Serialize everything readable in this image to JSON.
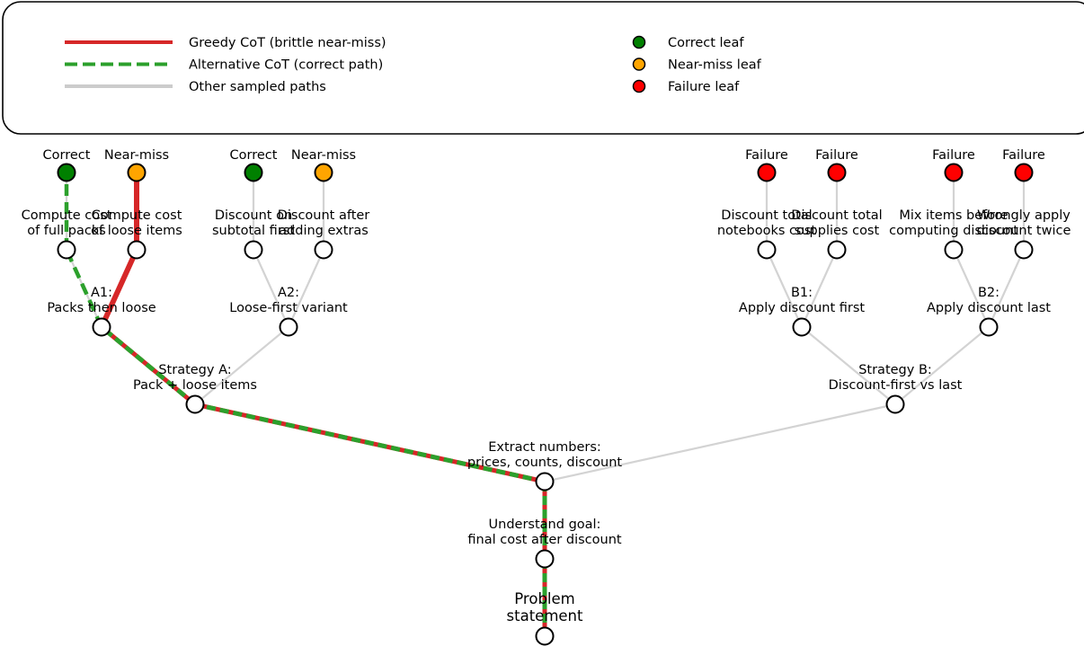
{
  "legend": {
    "lines": [
      {
        "key": "greedy",
        "label": "Greedy CoT (brittle near-miss)",
        "color": "#d62728",
        "style": "solid"
      },
      {
        "key": "alternative",
        "label": "Alternative CoT (correct path)",
        "color": "#2ca02c",
        "style": "dashed"
      },
      {
        "key": "other",
        "label": "Other sampled paths",
        "color": "#cccccc",
        "style": "solid"
      }
    ],
    "markers": [
      {
        "key": "correct",
        "label": "Correct leaf",
        "color": "#008000"
      },
      {
        "key": "near-miss",
        "label": "Near-miss leaf",
        "color": "#ffa500"
      },
      {
        "key": "failure",
        "label": "Failure leaf",
        "color": "#ff0000"
      }
    ]
  },
  "tree": {
    "nodes": [
      {
        "id": "root",
        "label": [
          "Problem",
          "statement"
        ],
        "big": true
      },
      {
        "id": "goal",
        "label": [
          "Understand goal:",
          "final cost after discount"
        ],
        "parent": "root"
      },
      {
        "id": "extract",
        "label": [
          "Extract numbers:",
          "prices, counts, discount"
        ],
        "parent": "goal"
      },
      {
        "id": "sA",
        "label": [
          "Strategy A:",
          "Pack + loose items"
        ],
        "parent": "extract"
      },
      {
        "id": "sB",
        "label": [
          "Strategy B:",
          "Discount-first vs last"
        ],
        "parent": "extract"
      },
      {
        "id": "A1",
        "label": [
          "A1:",
          "Packs then loose"
        ],
        "parent": "sA"
      },
      {
        "id": "A2",
        "label": [
          "A2:",
          "Loose-first variant"
        ],
        "parent": "sA"
      },
      {
        "id": "B1",
        "label": [
          "B1:",
          "Apply discount first"
        ],
        "parent": "sB"
      },
      {
        "id": "B2",
        "label": [
          "B2:",
          "Apply discount last"
        ],
        "parent": "sB"
      },
      {
        "id": "A1a",
        "label": [
          "Compute cost",
          "of full packs"
        ],
        "parent": "A1"
      },
      {
        "id": "A1b",
        "label": [
          "Compute cost",
          "of loose items"
        ],
        "parent": "A1"
      },
      {
        "id": "A2a",
        "label": [
          "Discount on",
          "subtotal first"
        ],
        "parent": "A2"
      },
      {
        "id": "A2b",
        "label": [
          "Discount after",
          "adding extras"
        ],
        "parent": "A2"
      },
      {
        "id": "B1a",
        "label": [
          "Discount total",
          "notebooks cost"
        ],
        "parent": "B1"
      },
      {
        "id": "B1b",
        "label": [
          "Discount total",
          "supplies cost"
        ],
        "parent": "B1"
      },
      {
        "id": "B2a",
        "label": [
          "Mix items before",
          "computing discount"
        ],
        "parent": "B2"
      },
      {
        "id": "B2b",
        "label": [
          "Wrongly apply",
          "discount twice"
        ],
        "parent": "B2"
      },
      {
        "id": "L1",
        "label": [
          "Correct"
        ],
        "parent": "A1a",
        "outcome": "correct"
      },
      {
        "id": "L2",
        "label": [
          "Near-miss"
        ],
        "parent": "A1b",
        "outcome": "near-miss"
      },
      {
        "id": "L3",
        "label": [
          "Correct"
        ],
        "parent": "A2a",
        "outcome": "correct"
      },
      {
        "id": "L4",
        "label": [
          "Near-miss"
        ],
        "parent": "A2b",
        "outcome": "near-miss"
      },
      {
        "id": "L5",
        "label": [
          "Failure"
        ],
        "parent": "B1a",
        "outcome": "failure"
      },
      {
        "id": "L6",
        "label": [
          "Failure"
        ],
        "parent": "B1b",
        "outcome": "failure"
      },
      {
        "id": "L7",
        "label": [
          "Failure"
        ],
        "parent": "B2a",
        "outcome": "failure"
      },
      {
        "id": "L8",
        "label": [
          "Failure"
        ],
        "parent": "B2b",
        "outcome": "failure"
      }
    ],
    "greedy_path": [
      "root",
      "goal",
      "extract",
      "sA",
      "A1",
      "A1b",
      "L2"
    ],
    "alternative_path": [
      "root",
      "goal",
      "extract",
      "sA",
      "A1",
      "A1a",
      "L1"
    ],
    "colors": {
      "greedy": "#d62728",
      "alternative": "#2ca02c",
      "other": "#d3d3d3",
      "node_fill": "#ffffff",
      "node_stroke": "#000000",
      "correct": "#008000",
      "near-miss": "#ffa500",
      "failure": "#ff0000"
    }
  }
}
